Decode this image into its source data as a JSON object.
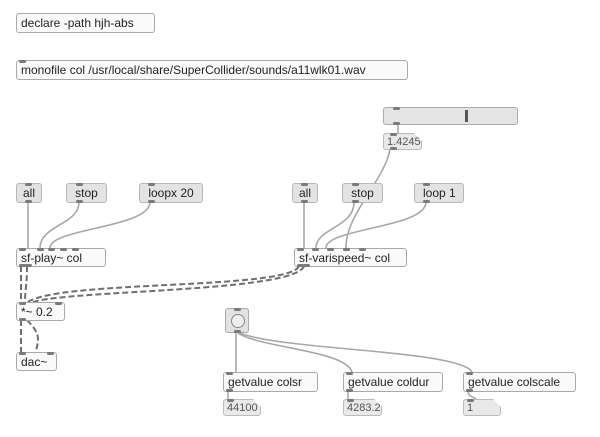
{
  "objects": {
    "declare": "declare -path hjh-abs",
    "monofile": "monofile col /usr/local/share/SuperCollider/sounds/a11wlk01.wav",
    "sf_play": "sf-play~ col",
    "sf_varispeed": "sf-varispeed~ col",
    "mul": "*~ 0.2",
    "dac": "dac~",
    "getvalue_colsr": "getvalue colsr",
    "getvalue_coldur": "getvalue coldur",
    "getvalue_colscale": "getvalue colscale"
  },
  "messages": {
    "all_1": "all",
    "stop_1": "stop",
    "loopx": "loopx 20",
    "all_2": "all",
    "stop_2": "stop",
    "loop1": "loop 1"
  },
  "numbers": {
    "speed": "1.4245",
    "sr": "44100",
    "dur": "4283.2",
    "scale": "1"
  },
  "slider": {
    "value_fraction": 0.63
  },
  "colors": {
    "wire": "#a8a8a8",
    "signal_wire": "#777777",
    "box_border": "#a9a9a9",
    "message_bg": "#e3e3e3"
  }
}
